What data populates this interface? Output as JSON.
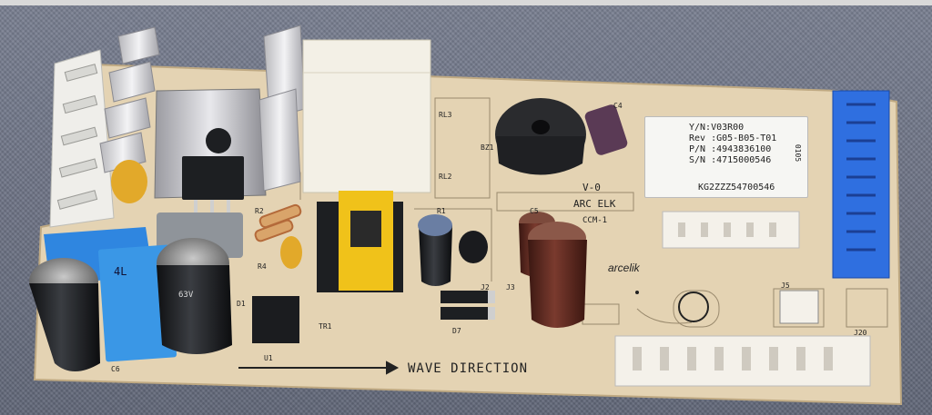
{
  "board": {
    "tag_yn": "Y/N:V03R00",
    "tag_rev": "Rev :G05-B05-T01",
    "tag_pn": "P/N :4943836100",
    "tag_sn": "S/N :4715000546",
    "tag_barcode_text": "KG2ZZZ54700546",
    "tag_side": "0105",
    "version": "V-0",
    "maker_code": "ARC ELK",
    "ccm": "CCM-1",
    "brand": "arcelik",
    "wave_direction": "WAVE DIRECTION",
    "silk_r2": "R2",
    "silk_r1": "R1",
    "silk_r4": "R4",
    "silk_c6": "C6",
    "silk_u1": "U1",
    "silk_tr1": "TR1",
    "silk_d1": "D1",
    "silk_d7": "D7",
    "silk_j3": "J3",
    "silk_j5": "J5",
    "silk_j20": "J20",
    "silk_j2": "J2",
    "silk_rl3": "RL3",
    "silk_rl2": "RL2",
    "silk_bz1": "BZ1",
    "silk_c4": "C4",
    "silk_c5": "C5",
    "cap_mark": "63V",
    "relay_mark": "4L"
  },
  "colors": {
    "pcb": "#e4d3b3",
    "connector_blue": "#2f6fe0",
    "cap_brown": "#5a2b22",
    "cap_black": "#1d1f22",
    "transformer_yellow": "#f0c21a"
  }
}
